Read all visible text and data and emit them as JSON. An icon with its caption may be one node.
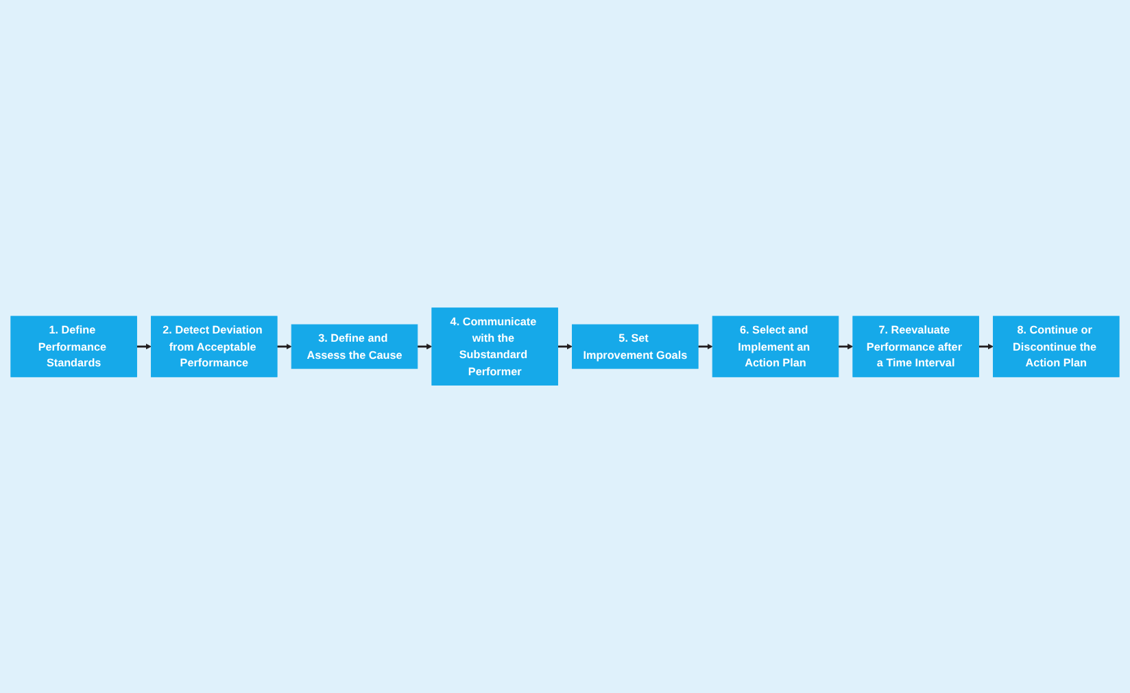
{
  "diagram": {
    "nodes": [
      {
        "text": [
          "1. Define Performance Standards"
        ]
      },
      {
        "text": [
          "2. Detect Deviation from Acceptable Performance"
        ]
      },
      {
        "text": [
          "3. Define and Assess the Cause"
        ]
      },
      {
        "text": [
          "4. Communicate with the Substandard Performer"
        ]
      },
      {
        "text": [
          "5. Set Improvement Goals"
        ]
      },
      {
        "text": [
          "6. Select and Implement an Action Plan"
        ]
      },
      {
        "text": [
          "7. Reevaluate Performance after a Time Interval"
        ]
      },
      {
        "text": [
          "8. Continue or Discontinue the Action Plan"
        ]
      }
    ],
    "edges": [
      {
        "from": 0,
        "to": 1,
        "arrow": "to"
      },
      {
        "from": 1,
        "to": 2,
        "arrow": "to"
      },
      {
        "from": 2,
        "to": 3,
        "arrow": "to"
      },
      {
        "from": 3,
        "to": 4,
        "arrow": "to"
      },
      {
        "from": 4,
        "to": 5,
        "arrow": "to"
      },
      {
        "from": 5,
        "to": 6,
        "arrow": "to"
      },
      {
        "from": 6,
        "to": 7,
        "arrow": "to"
      }
    ]
  }
}
